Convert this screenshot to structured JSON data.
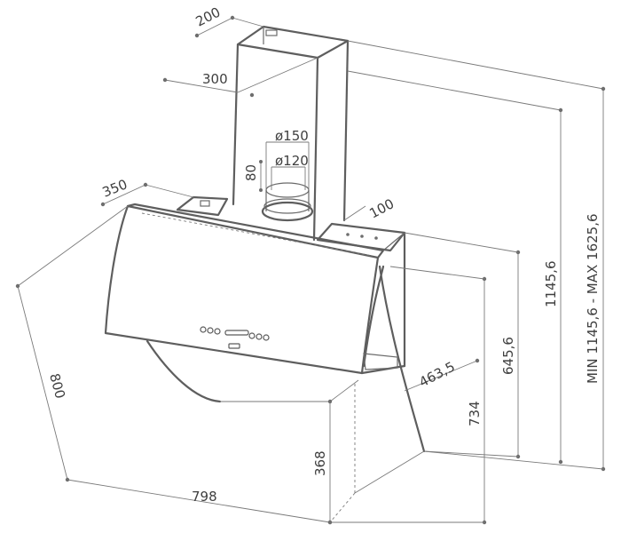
{
  "dimensions": {
    "chimney_depth": "200",
    "chimney_width": "300",
    "hood_depth": "350",
    "outlet_diameter_outer": "ø150",
    "outlet_diameter_inner": "ø120",
    "outlet_offset": "80",
    "back_plate_depth": "100",
    "hood_height": "800",
    "hood_width": "798",
    "projection": "463,5",
    "lower_height": "368",
    "canopy_height": "734",
    "body_height": "645,6",
    "height_min": "1145,6",
    "height_range": "MIN 1145,6 - MAX 1625,6"
  },
  "colors": {
    "line": "#5e5e5e",
    "dimension_line": "#7a7a7a",
    "text": "#3f3f3f",
    "background": "#ffffff"
  }
}
